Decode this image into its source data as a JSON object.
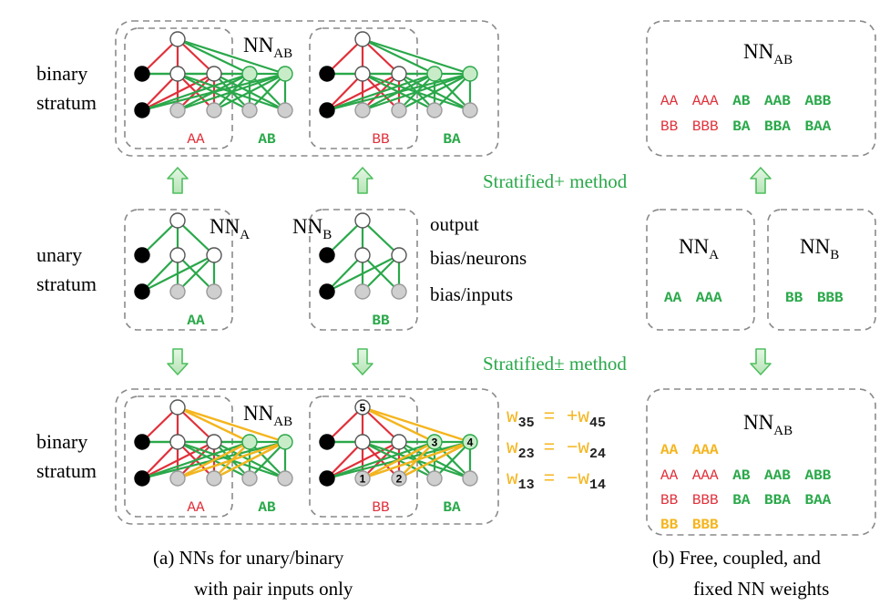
{
  "colors": {
    "red": "#e0303a",
    "green": "#2aa84a",
    "orange": "#f5b51e",
    "light_green_fill": "#c8ecc8",
    "gray_node": "#cfcfcf",
    "black_node": "#000000",
    "dash": "#8a8a8a"
  },
  "left": {
    "binary_stratum_label_1": "binary",
    "binary_stratum_label_2": "stratum",
    "unary_stratum_label_1": "unary",
    "unary_stratum_label_2": "stratum",
    "top_panel": {
      "title": "NN",
      "title_sub": "AB",
      "nets": [
        {
          "left_label": "AA",
          "right_label": "AB"
        },
        {
          "left_label": "BB",
          "right_label": "BA"
        }
      ]
    },
    "middle_panel": {
      "nets": [
        {
          "title": "NN",
          "title_sub": "A",
          "label": "AA"
        },
        {
          "title": "NN",
          "title_sub": "B",
          "label": "BB"
        }
      ],
      "legend": [
        "output",
        "bias/neurons",
        "bias/inputs"
      ]
    },
    "bottom_panel": {
      "title": "NN",
      "title_sub": "AB",
      "nets": [
        {
          "left_label": "AA",
          "right_label": "AB"
        },
        {
          "left_label": "BB",
          "right_label": "BA"
        }
      ],
      "node_numbers": [
        "5",
        "3",
        "4",
        "1",
        "2"
      ]
    },
    "method_plus": "Stratified+ method",
    "method_pm": "Stratified± method",
    "equations": [
      {
        "lhs": "w",
        "lhs_sub": "35",
        "op": "= +w",
        "rhs_sub": "45"
      },
      {
        "lhs": "w",
        "lhs_sub": "23",
        "op": "= −w",
        "rhs_sub": "24"
      },
      {
        "lhs": "w",
        "lhs_sub": "13",
        "op": "= −w",
        "rhs_sub": "14"
      }
    ],
    "caption_line1": "(a)  NNs for unary/binary",
    "caption_line2": "with pair inputs only"
  },
  "right": {
    "top_box": {
      "title": "NN",
      "title_sub": "AB",
      "row1": {
        "red": [
          "AA",
          "AAA"
        ],
        "green": [
          "AB",
          "AAB",
          "ABB"
        ]
      },
      "row2": {
        "red": [
          "BB",
          "BBB"
        ],
        "green": [
          "BA",
          "BBA",
          "BAA"
        ]
      }
    },
    "mid_boxes": [
      {
        "title": "NN",
        "title_sub": "A",
        "items": [
          "AA",
          "AAA"
        ]
      },
      {
        "title": "NN",
        "title_sub": "B",
        "items": [
          "BB",
          "BBB"
        ]
      }
    ],
    "bottom_box": {
      "title": "NN",
      "title_sub": "AB",
      "row0": {
        "orange": [
          "AA",
          "AAA"
        ]
      },
      "row1": {
        "red": [
          "AA",
          "AAA"
        ],
        "green": [
          "AB",
          "AAB",
          "ABB"
        ]
      },
      "row2": {
        "red": [
          "BB",
          "BBB"
        ],
        "green": [
          "BA",
          "BBA",
          "BAA"
        ]
      },
      "row3": {
        "orange": [
          "BB",
          "BBB"
        ]
      }
    },
    "caption_line1": "(b)  Free, coupled, and",
    "caption_line2": "fixed NN weights"
  }
}
